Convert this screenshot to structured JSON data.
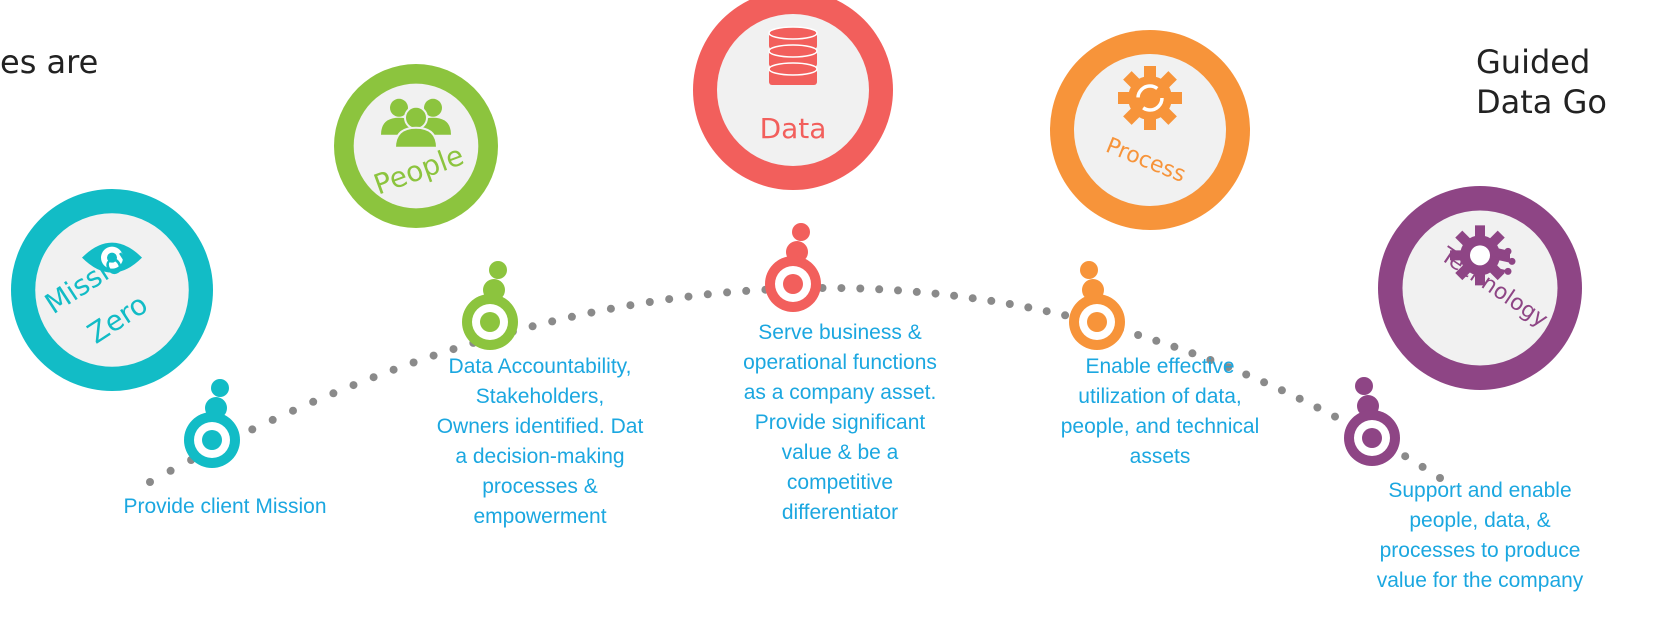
{
  "side_text": {
    "left": "es are",
    "right_line1": "Guided",
    "right_line2": "Data Go"
  },
  "nodes": [
    {
      "key": "mission",
      "label_lines": [
        "Mission",
        "Zero"
      ],
      "icon": "eye-icon",
      "color": "#12BCC6",
      "description": "Provide client Mission"
    },
    {
      "key": "people",
      "label_lines": [
        "People"
      ],
      "icon": "people-group-icon",
      "color": "#8CC43E",
      "description": "Data Accountability,\nStakeholders,\nOwners identified. Dat\na decision-making\nprocesses &\nempowerment"
    },
    {
      "key": "data",
      "label_lines": [
        "Data"
      ],
      "icon": "database-icon",
      "color": "#F25F5C",
      "description": "Serve business &\noperational functions\nas a company asset.\nProvide significant\nvalue & be a\ncompetitive\ndifferentiator"
    },
    {
      "key": "process",
      "label_lines": [
        "Process"
      ],
      "icon": "gear-refresh-icon",
      "color": "#F7943A",
      "description": "Enable effective\nutilization of data,\npeople, and technical\nassets"
    },
    {
      "key": "technology",
      "label_lines": [
        "Technology"
      ],
      "icon": "circuit-gear-icon",
      "color": "#8E4585",
      "description": "Support and enable\npeople, data, &\nprocesses to produce\nvalue for the company"
    }
  ],
  "colors": {
    "description_text": "#1BA7E0",
    "dots": "#8A8A8A",
    "circle_inner": "#F1F1F1"
  }
}
